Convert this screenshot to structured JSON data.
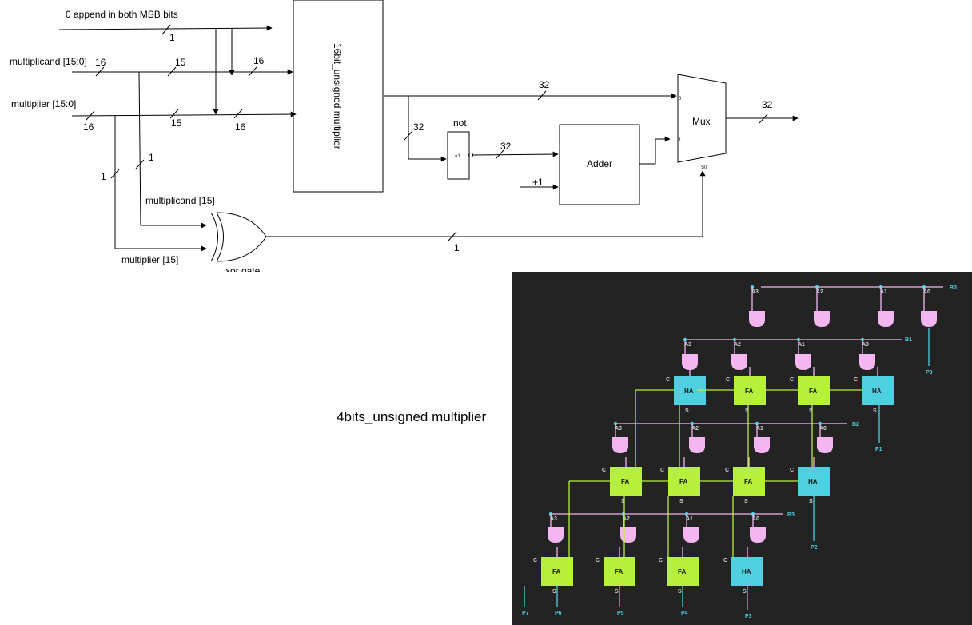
{
  "signals": {
    "zero_append": "0 append in both MSB bits",
    "multiplicand": "multiplicand [15:0]",
    "multiplier": "multiplier [15:0]",
    "multiplicand_msb": "multiplicand [15]",
    "multiplier_msb": "multiplier [15]",
    "plus_one": "+1"
  },
  "blocks": {
    "unsigned_mult": "16bit_unsigned multiplier",
    "not_gate": "not",
    "not_symbol": "=1",
    "adder": "Adder",
    "mux": "Mux",
    "mux_in0": "0",
    "mux_in1": "1",
    "mux_sel": "S0",
    "xor_gate": "xor gate"
  },
  "widths": {
    "w_append": "1",
    "w_mcand_in": "16",
    "w_mcand_mid": "15",
    "w_mcand_out": "16",
    "w_mult_in": "16",
    "w_mult_mid": "15",
    "w_mult_out": "16",
    "w_tap_a": "1",
    "w_tap_b": "1",
    "w_prod": "32",
    "w_branch": "32",
    "w_not_out": "32",
    "w_mux_out": "32",
    "w_xor_out": "1"
  },
  "caption": "4bits_unsigned multiplier",
  "array_multiplier": {
    "b_labels": [
      "B0",
      "B1",
      "B2",
      "B3"
    ],
    "a_labels": [
      "A3",
      "A2",
      "A1",
      "A0"
    ],
    "carry": "C",
    "sum": "S",
    "fa": "FA",
    "ha": "HA",
    "outputs": [
      "P0",
      "P1",
      "P2",
      "P3",
      "P4",
      "P5",
      "P6",
      "P7"
    ],
    "colors": {
      "background": "#232323",
      "and_gate": "#f4b6f0",
      "full_adder": "#b6f03c",
      "half_adder": "#4fd0e0",
      "b_line": "#f4b6f0",
      "wire": "#b6f03c"
    }
  }
}
